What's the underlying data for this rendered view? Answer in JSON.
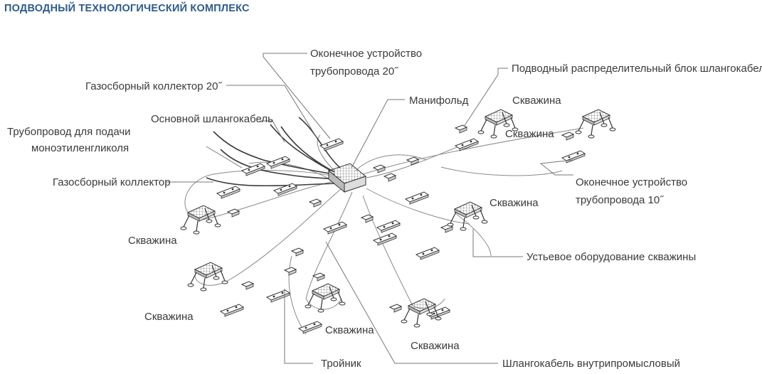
{
  "title": "ПОДВОДНЫЙ ТЕХНОЛОГИЧЕСКИЙ КОМПЛЕКС",
  "colors": {
    "title": "#2e5b8c",
    "label": "#3a3a3a",
    "line": "#777777"
  },
  "labels": {
    "terminal_20_l1": "Оконечное устройство",
    "terminal_20_l2": "трубопровода 20˝",
    "distribution_unit": "Подводный распределительный блок шлангокабеля",
    "gas_manifold_20": "Газосборный коллектор 20˝",
    "main_umbilical": "Основной шлангокабель",
    "meg_pipeline_l1": "Трубопровод для подачи",
    "meg_pipeline_l2": "моноэтиленгликоля",
    "manifold": "Манифольд",
    "well_top_right_1": "Скважина",
    "well_top_right_2": "Скважина",
    "gas_manifold": "Газосборный коллектор",
    "terminal_10_l1": "Оконечное устройство",
    "terminal_10_l2": "трубопровода 10˝",
    "well_center_right": "Скважина",
    "well_left": "Скважина",
    "wellhead_equipment": "Устьевое оборудование скважины",
    "well_bottom_left": "Скважина",
    "well_bottom_center": "Скважина",
    "well_bottom_right": "Скважина",
    "tee": "Тройник",
    "infield_umbilical": "Шлангокабель внутрипромысловый"
  }
}
